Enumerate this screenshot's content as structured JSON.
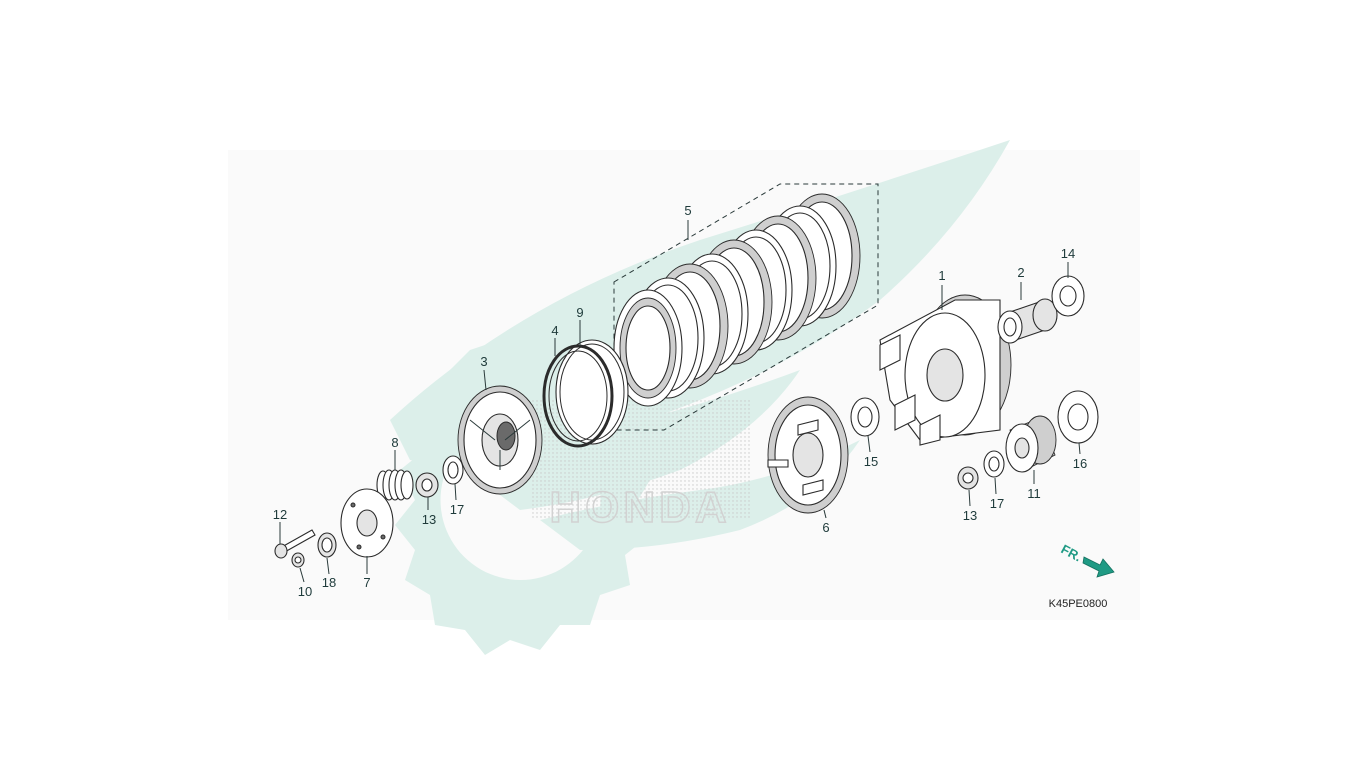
{
  "diagram": {
    "code": "K45PE0800",
    "direction_label": "FR.",
    "watermark_text": "HONDA",
    "callouts": {
      "c1": "1",
      "c2": "2",
      "c3": "3",
      "c4": "4",
      "c5": "5",
      "c6": "6",
      "c7": "7",
      "c8": "8",
      "c9": "9",
      "c10": "10",
      "c11": "11",
      "c12": "12",
      "c13a": "13",
      "c13b": "13",
      "c14": "14",
      "c15": "15",
      "c16": "16",
      "c17a": "17",
      "c17b": "17",
      "c18": "18"
    },
    "colors": {
      "watermark": "#dcefea",
      "arrow": "#1f9a84",
      "label": "#1e3a3a"
    }
  }
}
